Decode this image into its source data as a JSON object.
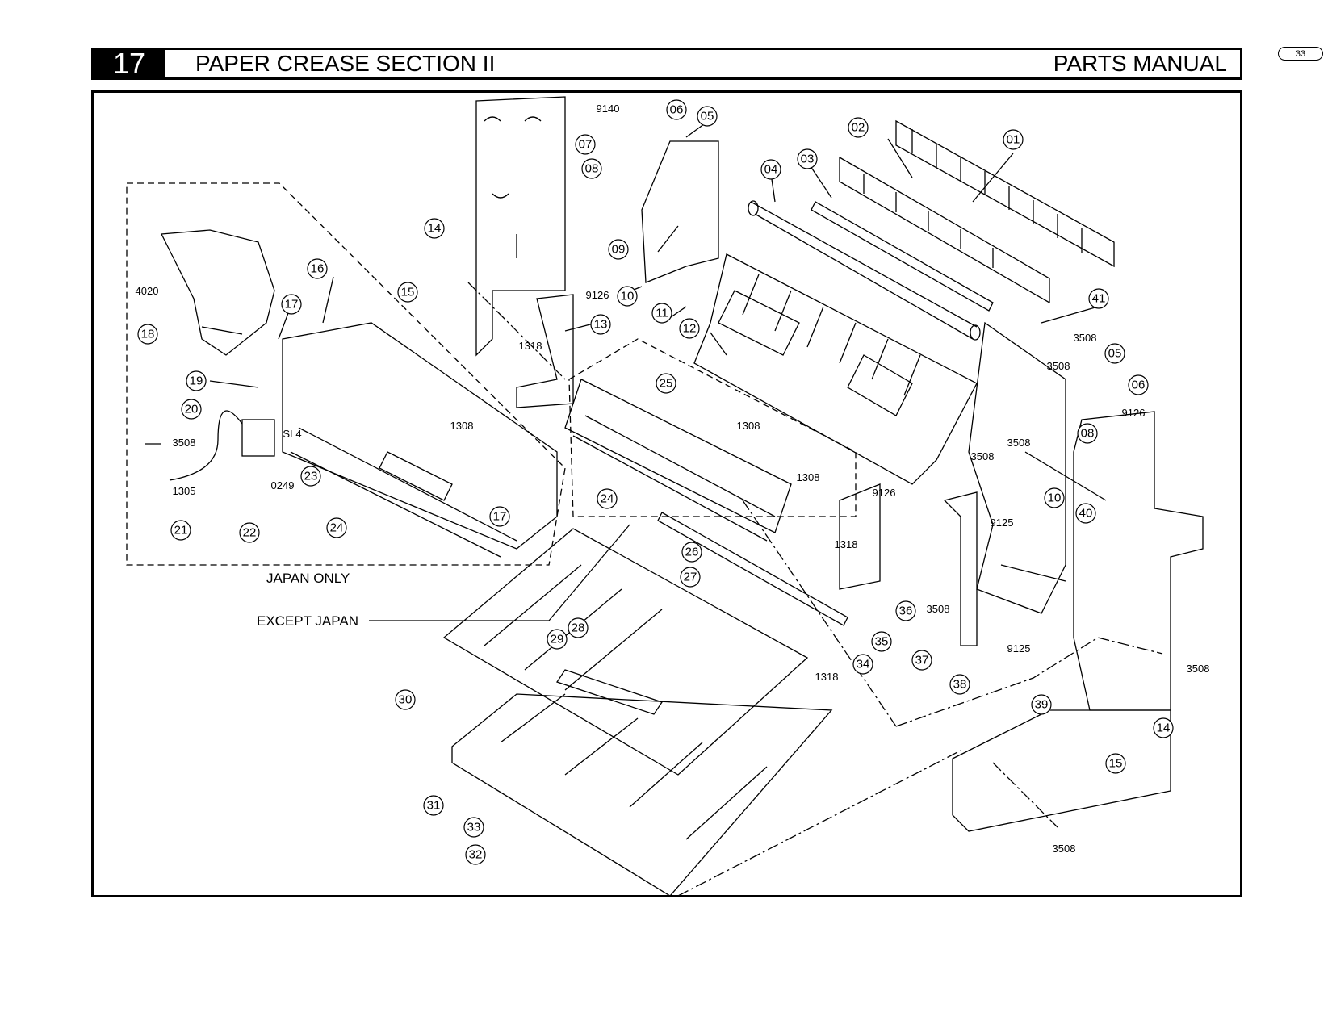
{
  "header": {
    "section_number": "17",
    "section_title": "PAPER CREASE SECTION II",
    "manual_label": "PARTS MANUAL"
  },
  "page_number": "33",
  "diagram": {
    "callouts": [
      "01",
      "02",
      "03",
      "04",
      "05",
      "06",
      "07",
      "08",
      "09",
      "10",
      "11",
      "12",
      "13",
      "14",
      "15",
      "16",
      "17",
      "18",
      "19",
      "20",
      "21",
      "22",
      "23",
      "24",
      "25",
      "26",
      "27",
      "28",
      "29",
      "30",
      "31",
      "32",
      "33",
      "34",
      "35",
      "36",
      "37",
      "38",
      "39",
      "40",
      "41",
      "06",
      "05",
      "08",
      "10",
      "24",
      "14",
      "15",
      "17"
    ],
    "codes": [
      "9140",
      "4020",
      "9126",
      "1318",
      "1308",
      "1308",
      "1308",
      "3508",
      "1305",
      "0249",
      "SL4",
      "3508",
      "3508",
      "3508",
      "3508",
      "9126",
      "9126",
      "1318",
      "9125",
      "3508",
      "9125",
      "1318",
      "3508",
      "3508"
    ],
    "notes": {
      "japan_only": "JAPAN ONLY",
      "except_japan": "EXCEPT JAPAN"
    }
  }
}
